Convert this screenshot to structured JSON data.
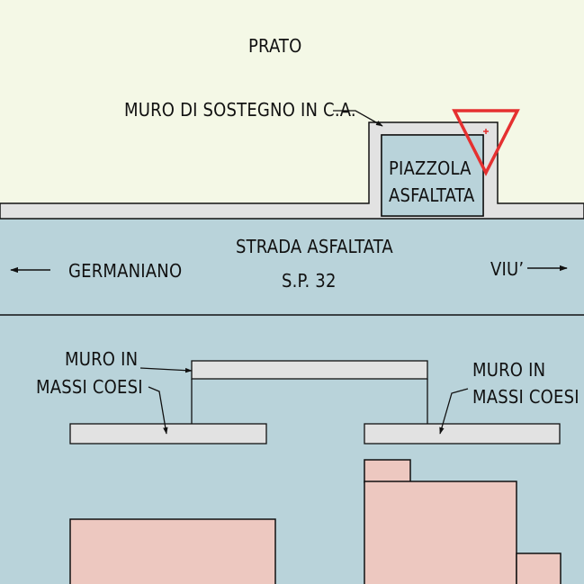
{
  "labels": {
    "prato": "PRATO",
    "muro_sostegno": "MURO DI SOSTEGNO IN C.A.",
    "piazzola_line1": "PIAZZOLA",
    "piazzola_line2": "ASFALTATA",
    "strada_line1": "STRADA ASFALTATA",
    "strada_line2": "S.P. 32",
    "direction_left": "GERMANIANO",
    "direction_right": "VIU’",
    "muro_massi_left_line1": "MURO IN",
    "muro_massi_left_line2": "MASSI COESI",
    "muro_massi_right_line1": "MURO IN",
    "muro_massi_right_line2": "MASSI COESI"
  },
  "colors": {
    "prato": "#f4f8e6",
    "road": "#b9d3da",
    "wall": "#e2e2e2",
    "building": "#edc8c0",
    "warning_sign": "#e53030",
    "line": "#111111"
  },
  "icons": {
    "warning_sign": "yield-triangle-icon",
    "arrow_left": "arrow-left-icon",
    "arrow_right": "arrow-right-icon"
  }
}
